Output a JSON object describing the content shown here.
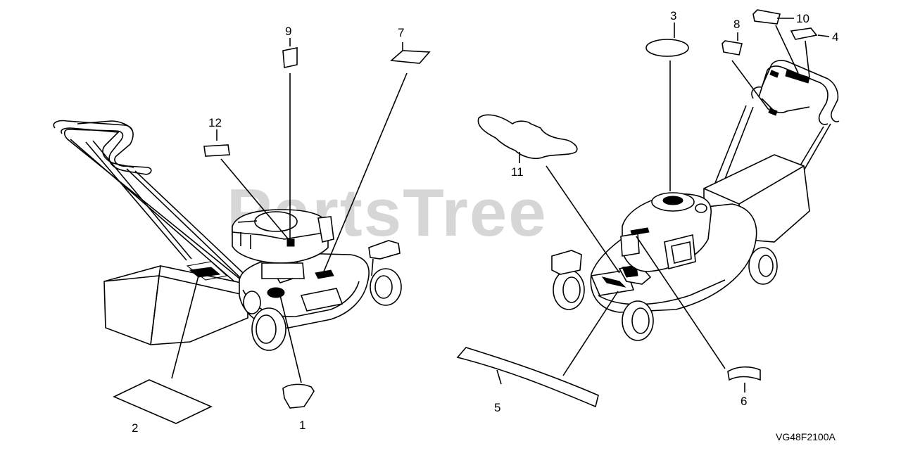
{
  "watermark": "PartsTree",
  "diagram_code": "VG48F2100A",
  "callouts": [
    "1",
    "2",
    "3",
    "4",
    "5",
    "6",
    "7",
    "8",
    "9",
    "10",
    "11",
    "12"
  ]
}
